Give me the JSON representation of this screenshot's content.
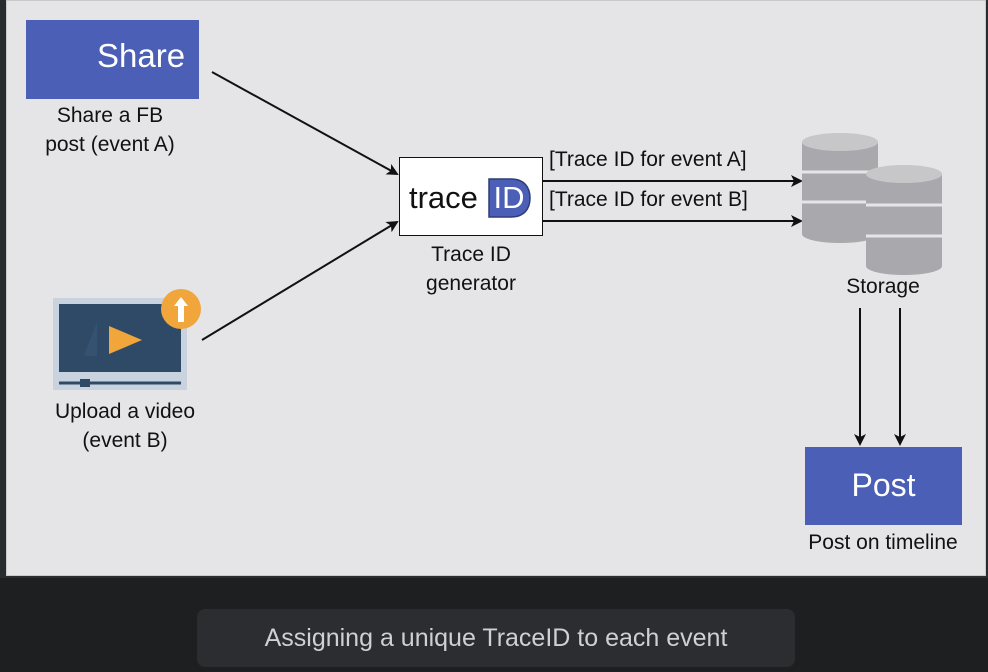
{
  "diagram": {
    "share": {
      "icon_text": "Share",
      "label": "Share a FB\npost (event A)"
    },
    "video": {
      "label": "Upload a video\n(event B)"
    },
    "trace_generator": {
      "logo_word": "trace",
      "logo_badge": "ID",
      "label": "Trace ID\ngenerator"
    },
    "edges": {
      "event_a": "[Trace ID for event A]",
      "event_b": "[Trace ID for event B]"
    },
    "storage": {
      "label": "Storage"
    },
    "post": {
      "icon_text": "Post",
      "label": "Post on timeline"
    }
  },
  "caption": "Assigning a unique TraceID to each event",
  "colors": {
    "accent_blue": "#4a5fb5",
    "canvas": "#e5e5e8",
    "badge_orange": "#f0a63a",
    "play_orange": "#f0a63a",
    "screen_dark": "#2f4a66"
  }
}
